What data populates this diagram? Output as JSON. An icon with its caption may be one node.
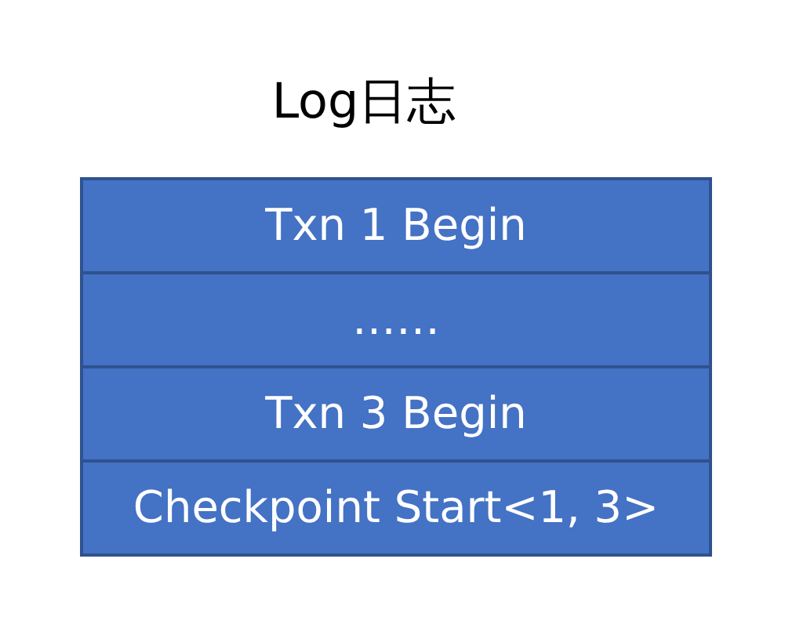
{
  "diagram": {
    "title": "Log日志",
    "nodes": [
      {
        "text": [
          "Txn 1 Begin"
        ]
      },
      {
        "text": [
          "……"
        ]
      },
      {
        "text": [
          "Txn 3 Begin"
        ]
      },
      {
        "text": [
          "Checkpoint Start<1, 3>"
        ]
      }
    ]
  }
}
